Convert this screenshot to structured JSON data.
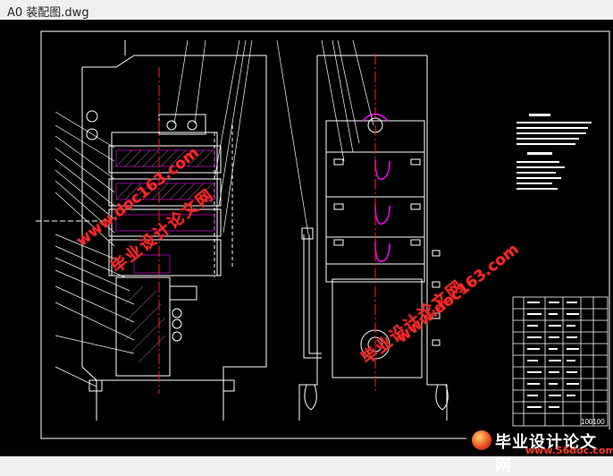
{
  "window": {
    "title": "A0 装配图.dwg"
  },
  "watermarks": {
    "site_text_cn": "毕业设计论文网",
    "site_url": "www.doc163.com"
  },
  "footer_logo": {
    "text_cn": "毕业设计论文网",
    "url": "www.56doc.com"
  },
  "title_block": {
    "drawing_number": "100100"
  },
  "colors": {
    "background": "#000000",
    "lines": "#ffffff",
    "centerline": "#ff2020",
    "watermark": "#ff2a2a",
    "accent_magenta": "#ff00ff"
  }
}
